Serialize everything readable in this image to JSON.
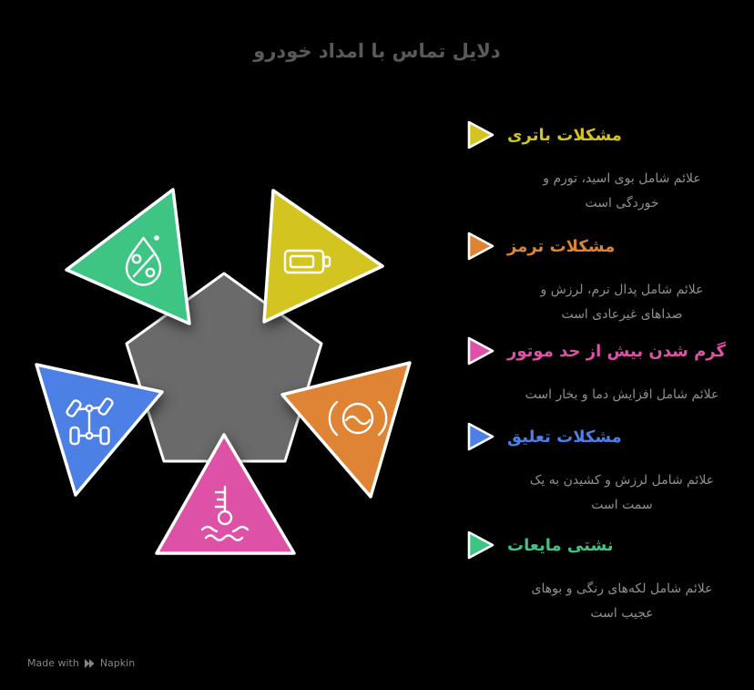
{
  "title": "دلایل تماس با امداد خودرو",
  "colors": {
    "pentagon": "#6a6a6a",
    "icon_stroke": "#ffffff",
    "background": "#000000",
    "title_text": "#595959",
    "desc_text": "#8f8f8f",
    "footer_text": "#868686"
  },
  "legend": {
    "items": [
      {
        "id": "battery-problems",
        "heading": "مشکلات باتری",
        "desc_lines": [
          "علائم شامل بوی اسید، تورم و",
          "خوردگی است"
        ],
        "color": "#d4c420",
        "icon": "battery-icon"
      },
      {
        "id": "brake-problems",
        "heading": "مشکلات ترمز",
        "desc_lines": [
          "علائم شامل پدال نرم، لرزش و",
          "صداهای غیرعادی است"
        ],
        "color": "#de8434",
        "icon": "brake-warning-icon"
      },
      {
        "id": "engine-overheating",
        "heading": "گرم شدن بیش از حد موتور",
        "desc_lines": [
          "علائم شامل افزایش دما و بخار است"
        ],
        "color": "#dd52a7",
        "icon": "coolant-temperature-icon"
      },
      {
        "id": "suspension-problems",
        "heading": "مشکلات تعلیق",
        "desc_lines": [
          "علائم شامل لرزش و کشیدن به یک",
          "سمت است"
        ],
        "color": "#4d80e4",
        "icon": "drivetrain-icon"
      },
      {
        "id": "fluid-leaks",
        "heading": "نشتی مایعات",
        "desc_lines": [
          "علائم شامل لکه‌های رنگی و بوهای",
          "عجیب است"
        ],
        "color": "#3ec584",
        "icon": "fluid-drop-icon"
      }
    ]
  },
  "footer": {
    "made_with": "Made with",
    "brand": "Napkin"
  }
}
